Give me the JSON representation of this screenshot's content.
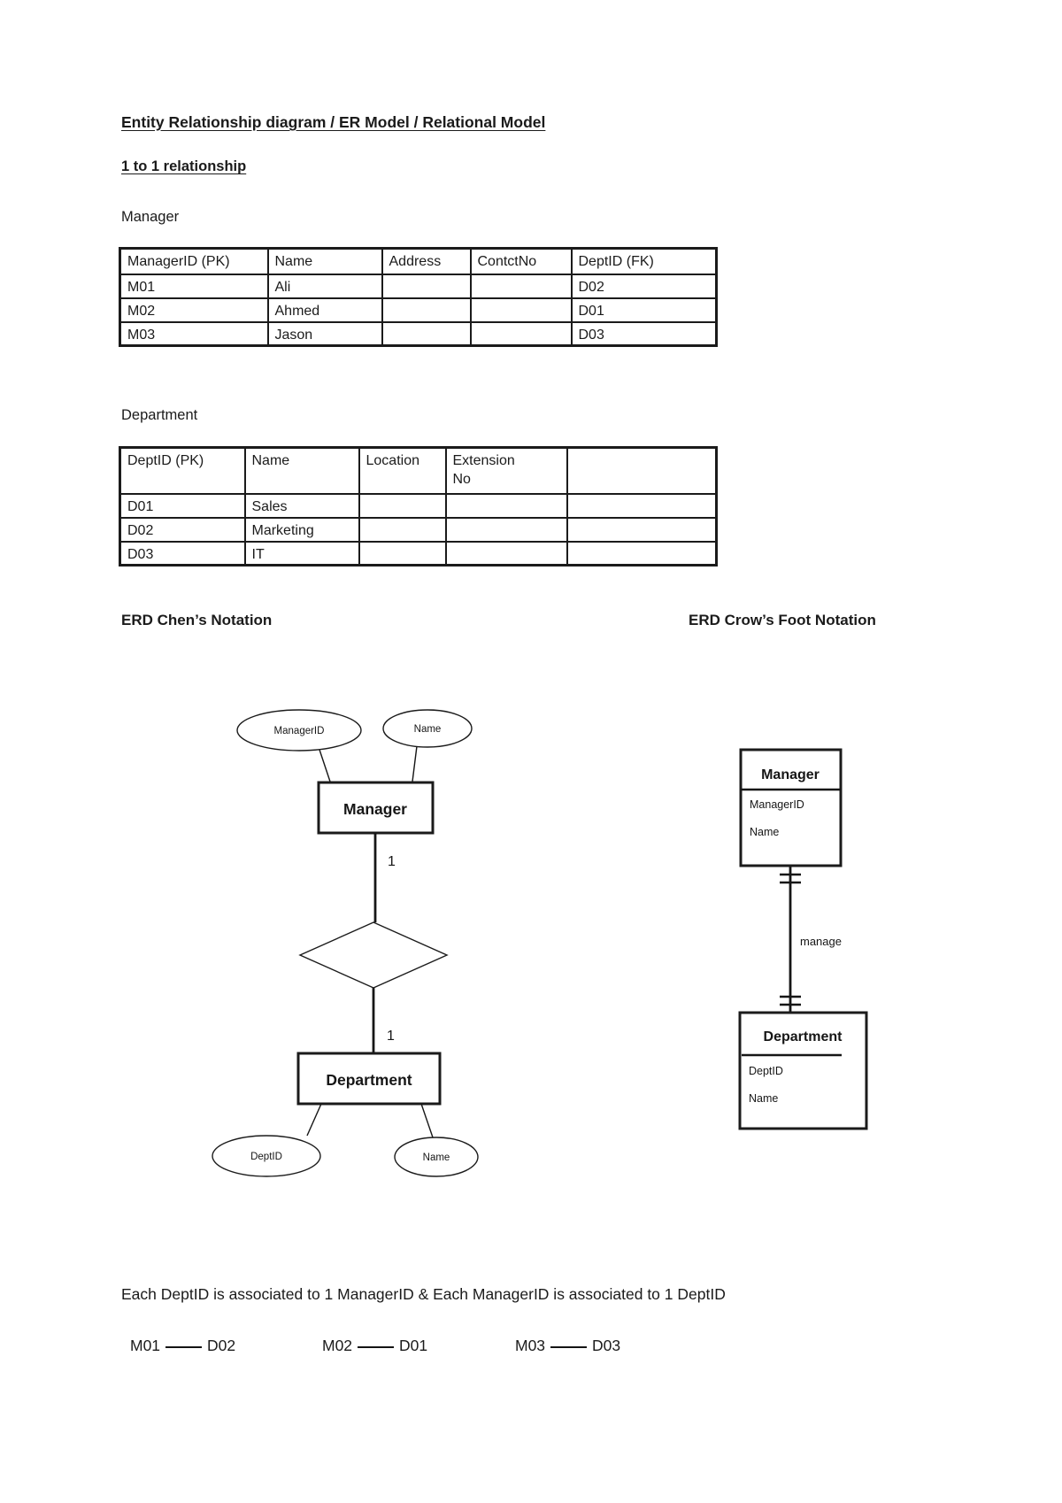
{
  "page": {
    "title": "Entity Relationship diagram / ER Model / Relational Model",
    "subtitle": "1 to 1 relationship"
  },
  "manager_section": {
    "label": "Manager",
    "table": {
      "headers": [
        "ManagerID (PK)",
        "Name",
        "Address",
        "ContctNo",
        "DeptID (FK)"
      ],
      "rows": [
        [
          "M01",
          "Ali",
          "",
          "",
          "D02"
        ],
        [
          "M02",
          "Ahmed",
          "",
          "",
          "D01"
        ],
        [
          "M03",
          "Jason",
          "",
          "",
          "D03"
        ]
      ]
    }
  },
  "department_section": {
    "label": "Department",
    "table": {
      "headers": [
        "DeptID (PK)",
        "Name",
        "Location",
        "ExtensionNo",
        ""
      ],
      "rows": [
        [
          "D01",
          "Sales",
          "",
          "",
          ""
        ],
        [
          "D02",
          "Marketing",
          "",
          "",
          ""
        ],
        [
          "D03",
          "IT",
          "",
          "",
          ""
        ]
      ]
    }
  },
  "erd": {
    "chen_heading": "ERD Chen’s Notation",
    "crow_heading": "ERD Crow’s Foot Notation",
    "chen": {
      "manager_entity": "Manager",
      "department_entity": "Department",
      "manager_attr_1": "ManagerID",
      "manager_attr_2": "Name",
      "department_attr_1": "DeptID",
      "department_attr_2": "Name",
      "manager_cardinality": "1",
      "department_cardinality": "1"
    },
    "crow": {
      "manager_entity": "Manager",
      "manager_attr_1": "ManagerID",
      "manager_attr_2": "Name",
      "relationship_label": "manage",
      "department_entity": "Department",
      "department_attr_1": "DeptID",
      "department_attr_2": "Name"
    }
  },
  "summary": {
    "sentence": "Each DeptID is associated to 1 ManagerID & Each ManagerID is associated to 1 DeptID",
    "mappings": [
      {
        "from": "M01",
        "to": "D02"
      },
      {
        "from": "M02",
        "to": "D01"
      },
      {
        "from": "M03",
        "to": "D03"
      }
    ]
  }
}
